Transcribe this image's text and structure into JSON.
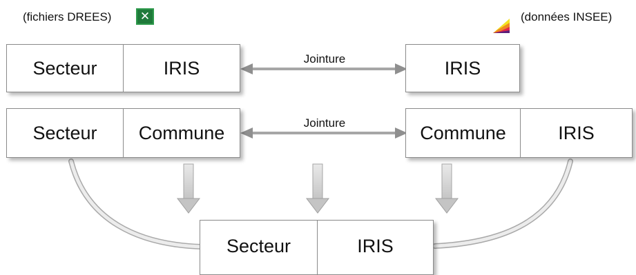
{
  "sources": {
    "left": "(fichiers DREES)",
    "right": "(données INSEE)",
    "left_icon": "excel-icon",
    "right_icon": "insee-data-icon"
  },
  "row1": {
    "left": [
      "Secteur",
      "IRIS"
    ],
    "right": [
      "IRIS"
    ],
    "join_label": "Jointure"
  },
  "row2": {
    "left": [
      "Secteur",
      "Commune"
    ],
    "right": [
      "Commune",
      "IRIS"
    ],
    "join_label": "Jointure"
  },
  "result": [
    "Secteur",
    "IRIS"
  ],
  "colors": {
    "arrow": "#b3b3b3",
    "box_border": "#8a8a8a",
    "excel_green": "#1f7a3a"
  }
}
